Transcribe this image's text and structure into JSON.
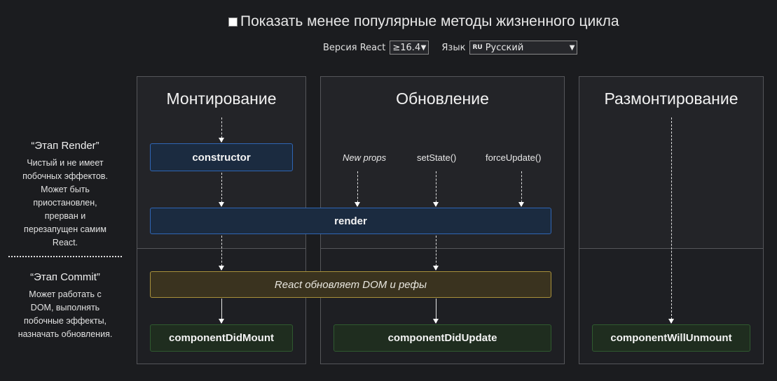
{
  "header": {
    "toggle_label": "Показать менее популярные методы жизненного цикла",
    "toggle_checked": false,
    "version_label": "Версия React",
    "version_value": "≥16.4",
    "language_label": "Язык",
    "language_flag": "RU",
    "language_value": "Русский"
  },
  "sidebar": {
    "render_phase_title": "“Этап Render”",
    "render_phase_desc": "Чистый и не имеет побочных эффектов. Может быть приостановлен, прерван и перезапущен самим React.",
    "commit_phase_title": "“Этап Commit”",
    "commit_phase_desc": "Может работать с DOM, выполнять побочные эффекты, назначать обновления."
  },
  "columns": {
    "mounting": "Монтирование",
    "updating": "Обновление",
    "unmounting": "Размонтирование"
  },
  "nodes": {
    "constructor": "constructor",
    "render": "render",
    "dom_update": "React обновляет DOM и рефы",
    "did_mount": "componentDidMount",
    "did_update": "componentDidUpdate",
    "will_unmount": "componentWillUnmount"
  },
  "triggers": {
    "new_props": "New props",
    "set_state": "setState()",
    "force_update": "forceUpdate()"
  },
  "colors": {
    "background": "#1b1c1f",
    "blue_box": "#2f66b5",
    "yellow_box": "#a8913b",
    "green_box": "#2f5a2f"
  }
}
